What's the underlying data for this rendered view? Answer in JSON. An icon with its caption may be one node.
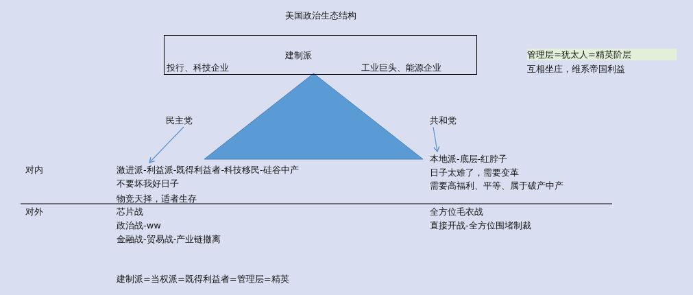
{
  "diagram": {
    "title": "美国政治生态结构",
    "nodes": [
      {
        "text": [
          "建制派",
          "投行、科技企业",
          "工业巨头、能源企业"
        ]
      },
      {
        "text": [
          "民主党"
        ]
      },
      {
        "text": [
          "激进派-利益派-既得利益者-科技移民-硅谷中产"
        ]
      },
      {
        "text": [
          "共和党"
        ]
      },
      {
        "text": [
          "本地派-底层-红脖子"
        ]
      },
      {
        "text": [],
        "shape": "triangle"
      }
    ],
    "edges": [
      {
        "from": 1,
        "to": 2,
        "arrow": "to"
      },
      {
        "from": 3,
        "to": 4,
        "arrow": "to"
      }
    ],
    "labels": [
      "管理层=犹太人=精英阶层",
      "互相坐庄，维系帝国利益",
      "对内",
      "不要坏我好日子",
      "日子太难了，需要变革",
      "物竞天择，适者生存",
      "需要高福利、平等、属于破产中产",
      "对外",
      "芯片战",
      "全方位毛衣战",
      "政治战-ww",
      "直接开战-全方位围堵制裁",
      "金融战-贸易战-产业链撤离",
      "建制派=当权派=既得利益者=管理层=精英"
    ]
  }
}
